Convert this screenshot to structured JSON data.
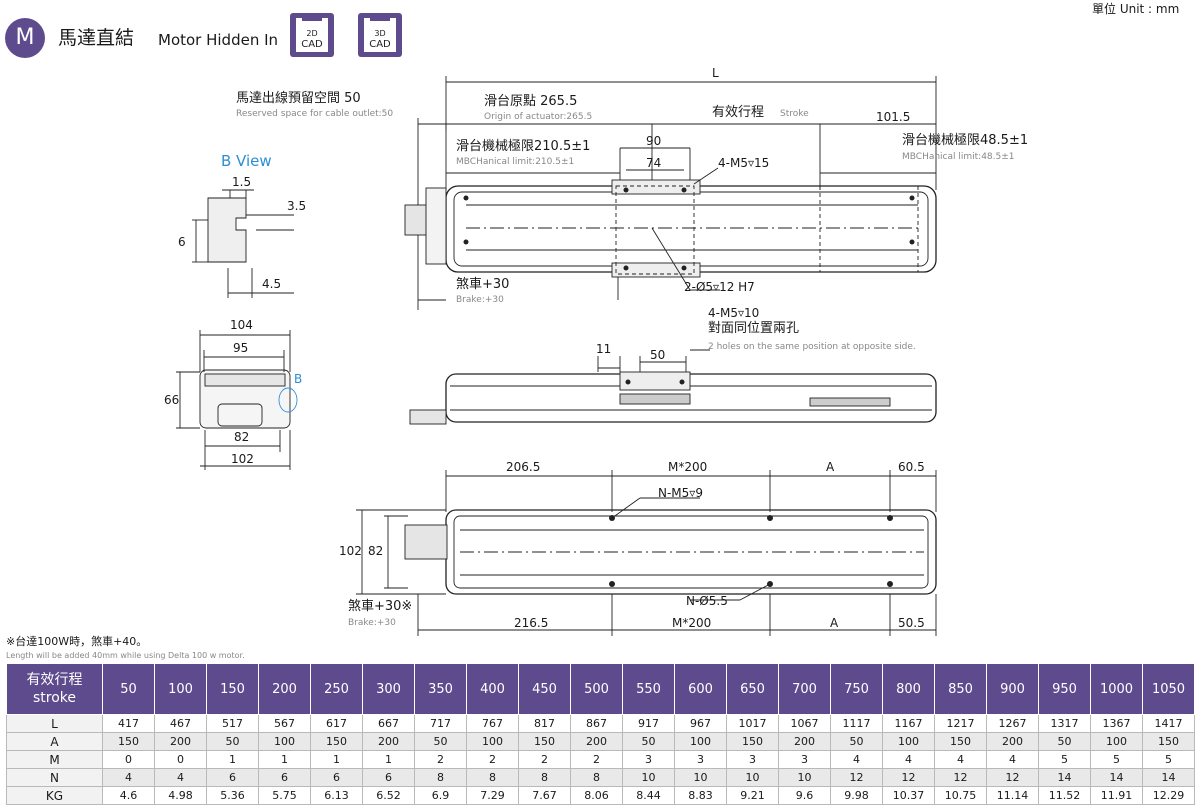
{
  "header": {
    "badge": "M",
    "title_cn": "馬達直結",
    "title_en": "Motor Hidden In",
    "cad_2d_top": "2D",
    "cad_2d_bottom": "CAD",
    "cad_3d_top": "3D",
    "cad_3d_bottom": "CAD",
    "unit": "單位 Unit : mm"
  },
  "top_view": {
    "L": "L",
    "cable_cn": "馬達出線預留空間 50",
    "cable_en": "Reserved space for cable outlet:50",
    "origin_cn": "滑台原點 265.5",
    "origin_en": "Origin of actuator:265.5",
    "stroke_cn": "有效行程",
    "stroke_en": "Stroke",
    "d101_5": "101.5",
    "mech_left_cn": "滑台機械極限210.5±1",
    "mech_left_en": "MBCHanical limit:210.5±1",
    "mech_right_cn": "滑台機械極限48.5±1",
    "mech_right_en": "MBCHanical limit:48.5±1",
    "d90": "90",
    "d74": "74",
    "m5_15": "4-M5▿15",
    "brake_cn": "煞車+30",
    "brake_en": "Brake:+30",
    "pin_hole": "2-Ø5▿12 H7"
  },
  "b_view": {
    "title": "B View",
    "d1_5": "1.5",
    "d3_5": "3.5",
    "d6": "6",
    "d4_5": "4.5"
  },
  "end_view": {
    "d104": "104",
    "d95": "95",
    "d66": "66",
    "d82": "82",
    "d102": "102",
    "b": "B"
  },
  "side_view": {
    "m5_10": "4-M5▿10",
    "note_cn": "對面同位置兩孔",
    "note_en": "2 holes on the same position at opposite side.",
    "d11": "11",
    "d50": "50"
  },
  "bottom_view": {
    "d206_5": "206.5",
    "m200_top": "M*200",
    "a_top": "A",
    "d60_5": "60.5",
    "nm5_9": "N-M5▿9",
    "d102": "102",
    "d82": "82",
    "n5_5": "N-Ø5.5",
    "brake_cn": "煞車+30※",
    "brake_en": "Brake:+30",
    "d216_5": "216.5",
    "m200_bottom": "M*200",
    "a_bottom": "A",
    "d50_5": "50.5"
  },
  "note": {
    "cn": "※台達100W時，煞車+40。",
    "en": "Length will be added 40mm while using Delta 100 w motor."
  },
  "table": {
    "header_label_cn": "有效行程",
    "header_label_en": "stroke",
    "strokes": [
      "50",
      "100",
      "150",
      "200",
      "250",
      "300",
      "350",
      "400",
      "450",
      "500",
      "550",
      "600",
      "650",
      "700",
      "750",
      "800",
      "850",
      "900",
      "950",
      "1000",
      "1050"
    ],
    "rows": [
      {
        "label": "L",
        "values": [
          "417",
          "467",
          "517",
          "567",
          "617",
          "667",
          "717",
          "767",
          "817",
          "867",
          "917",
          "967",
          "1017",
          "1067",
          "1117",
          "1167",
          "1217",
          "1267",
          "1317",
          "1367",
          "1417"
        ]
      },
      {
        "label": "A",
        "values": [
          "150",
          "200",
          "50",
          "100",
          "150",
          "200",
          "50",
          "100",
          "150",
          "200",
          "50",
          "100",
          "150",
          "200",
          "50",
          "100",
          "150",
          "200",
          "50",
          "100",
          "150"
        ]
      },
      {
        "label": "M",
        "values": [
          "0",
          "0",
          "1",
          "1",
          "1",
          "1",
          "2",
          "2",
          "2",
          "2",
          "3",
          "3",
          "3",
          "3",
          "4",
          "4",
          "4",
          "4",
          "5",
          "5",
          "5"
        ]
      },
      {
        "label": "N",
        "values": [
          "4",
          "4",
          "6",
          "6",
          "6",
          "6",
          "8",
          "8",
          "8",
          "8",
          "10",
          "10",
          "10",
          "10",
          "12",
          "12",
          "12",
          "12",
          "14",
          "14",
          "14"
        ]
      },
      {
        "label": "KG",
        "values": [
          "4.6",
          "4.98",
          "5.36",
          "5.75",
          "6.13",
          "6.52",
          "6.9",
          "7.29",
          "7.67",
          "8.06",
          "8.44",
          "8.83",
          "9.21",
          "9.6",
          "9.98",
          "10.37",
          "10.75",
          "11.14",
          "11.52",
          "11.91",
          "12.29"
        ]
      }
    ]
  }
}
